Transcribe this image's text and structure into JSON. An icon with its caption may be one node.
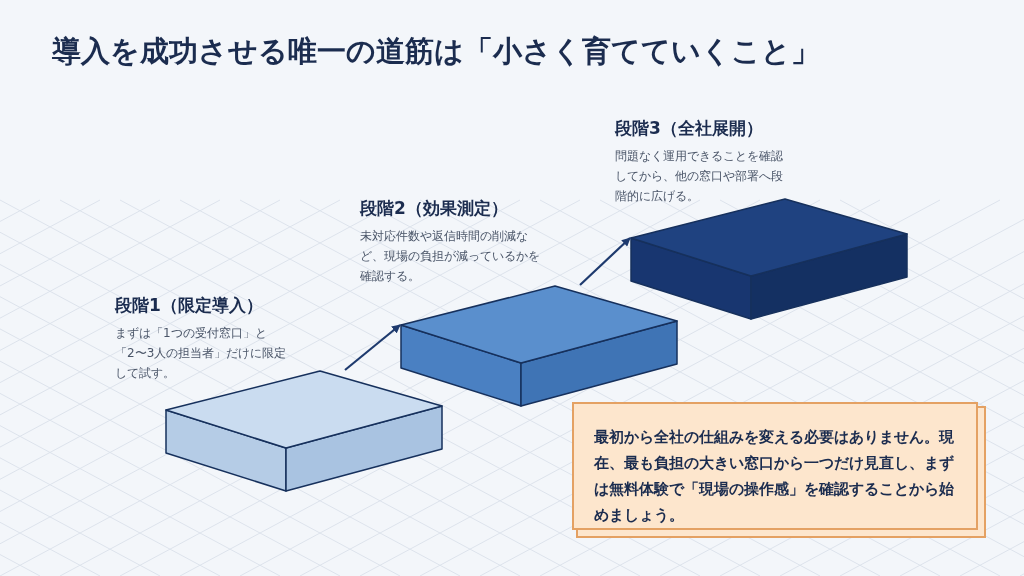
{
  "diagram": {
    "title": "導入を成功させる唯一の道筋は「小さく育てていくこと」",
    "nodes": [
      {
        "text": [],
        "shape": "box",
        "beside": [
          "段階1（限定導入）",
          "まずは「1つの受付窓口」と「2〜3人の担当者」だけに限定して試す。"
        ]
      },
      {
        "text": [],
        "shape": "box",
        "beside": [
          "段階2（効果測定）",
          "未対応件数や返信時間の削減など、現場の負担が減っているかを確認する。"
        ]
      },
      {
        "text": [],
        "shape": "box",
        "beside": [
          "段階3（全社展開）",
          "問題なく運用できることを確認してから、他の窓口や部署へ段階的に広げる。"
        ]
      },
      {
        "text": [
          "最初から全社の仕組みを変える必要はありません。現在、最も負担の大きい窓口から一つだけ見直し、まずは無料体験で「現場の操作感」を確認することから始めましょう。"
        ]
      }
    ],
    "edges": [
      {
        "from": 0,
        "to": 1,
        "arrow": "to"
      },
      {
        "from": 1,
        "to": 2,
        "arrow": "to"
      }
    ]
  }
}
